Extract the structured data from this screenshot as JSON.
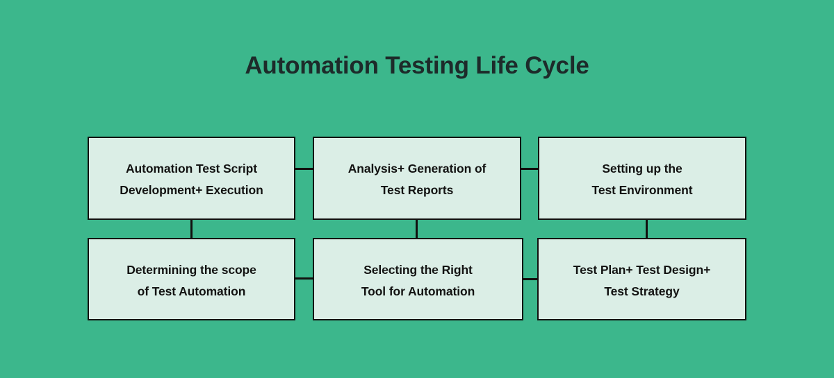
{
  "page": {
    "title": "Automation Testing Life Cycle",
    "background_color": "#3cb78c",
    "node_fill_color": "#dbeee6",
    "node_border_color": "#12100f",
    "text_color": "#131312"
  },
  "diagram": {
    "type": "flowchart",
    "layout": "3-column serpentine grid, 2 rows",
    "nodes": [
      {
        "id": "node-1",
        "label": "Automation Test Script\nDevelopment+ Execution",
        "row": 1,
        "column": 1
      },
      {
        "id": "node-2",
        "label": "Analysis+ Generation of\nTest Reports",
        "row": 1,
        "column": 2
      },
      {
        "id": "node-3",
        "label": "Setting up the\nTest Environment",
        "row": 1,
        "column": 3
      },
      {
        "id": "node-4",
        "label": "Determining the scope\nof Test Automation",
        "row": 2,
        "column": 1
      },
      {
        "id": "node-5",
        "label": "Selecting the Right\nTool for Automation",
        "row": 2,
        "column": 2
      },
      {
        "id": "node-6",
        "label": "Test Plan+ Test Design+\nTest Strategy",
        "row": 2,
        "column": 3
      }
    ],
    "connectors": [
      {
        "id": "conn-1",
        "from": "node-1",
        "to": "node-2",
        "orientation": "horizontal"
      },
      {
        "id": "conn-2",
        "from": "node-2",
        "to": "node-3",
        "orientation": "horizontal"
      },
      {
        "id": "conn-3",
        "from": "node-4",
        "to": "node-5",
        "orientation": "horizontal"
      },
      {
        "id": "conn-4",
        "from": "node-5",
        "to": "node-6",
        "orientation": "horizontal"
      },
      {
        "id": "conn-5",
        "from": "node-1",
        "to": "node-4",
        "orientation": "vertical"
      },
      {
        "id": "conn-6",
        "from": "node-2",
        "to": "node-5",
        "orientation": "vertical"
      },
      {
        "id": "conn-7",
        "from": "node-3",
        "to": "node-6",
        "orientation": "vertical"
      }
    ]
  }
}
